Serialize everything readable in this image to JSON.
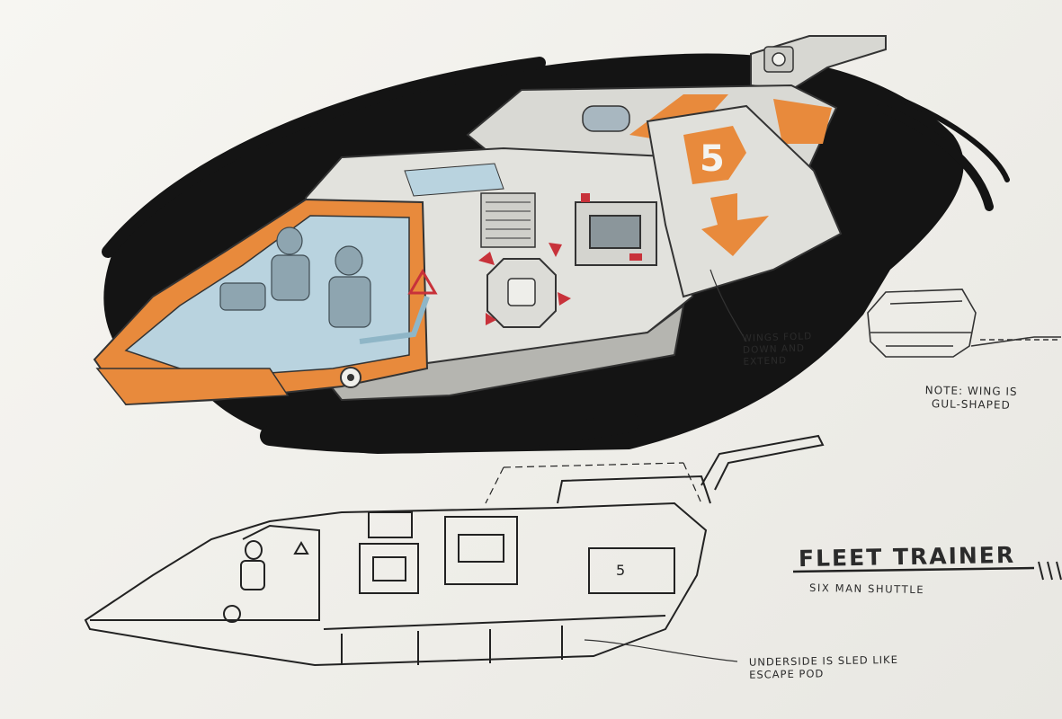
{
  "annotations": {
    "wings_note": "WINGS FOLD DOWN AND EXTEND",
    "wing_shape_note": "NOTE: WING IS GUL-SHAPED",
    "underside_note": "UNDERSIDE IS SLED LIKE ESCAPE POD"
  },
  "title_block": {
    "title": "FLEET TRAINER",
    "subtitle": "SIX MAN SHUTTLE"
  },
  "hull_marking": "5",
  "colors": {
    "paper": "#f1f0ec",
    "hull_orange": "#e88a3c",
    "hull_grey": "#d9d9d4",
    "canopy_blue": "#b9d3df",
    "ink_black": "#141414",
    "accent_red": "#c8323a"
  }
}
